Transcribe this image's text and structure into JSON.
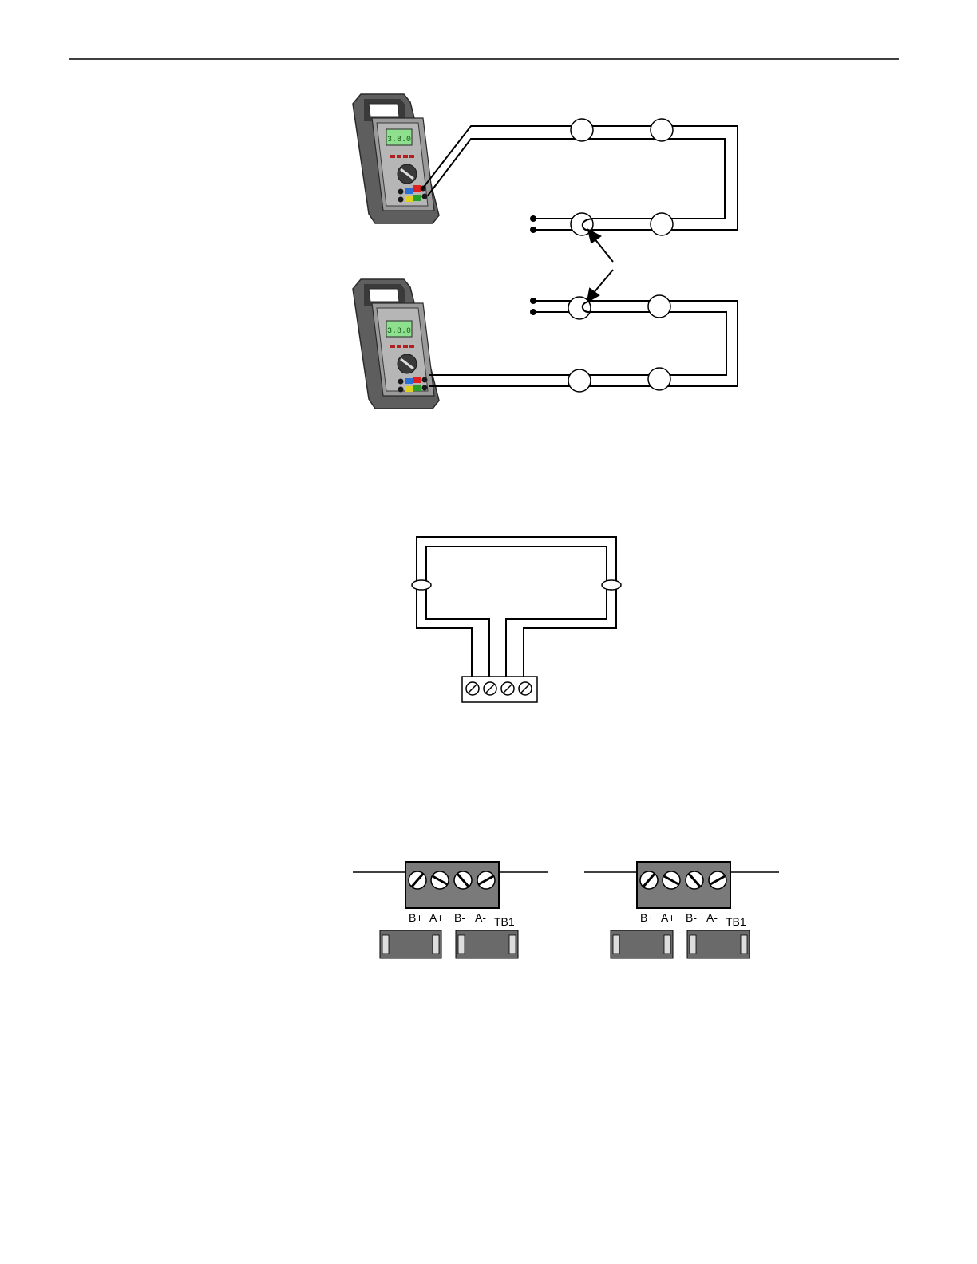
{
  "meter": {
    "display_reading": "3.8.0",
    "case_color": "#6e6e6e",
    "body_color": "#a8a8a8",
    "display_color": "#8ee08e",
    "jack_colors": [
      "#1a1a1a",
      "#2a6fd6",
      "#e02020",
      "#1a1a1a",
      "#e0d020",
      "#2aa02a"
    ]
  },
  "terminal_blocks": [
    {
      "labels": [
        "B+",
        "A+",
        "B-",
        "A-"
      ],
      "name": "TB1"
    },
    {
      "labels": [
        "B+",
        "A+",
        "B-",
        "A-"
      ],
      "name": "TB1"
    }
  ],
  "colors": {
    "line": "#000000",
    "block_fill": "#7a7a7a",
    "relay_fill": "#6a6a6a"
  }
}
